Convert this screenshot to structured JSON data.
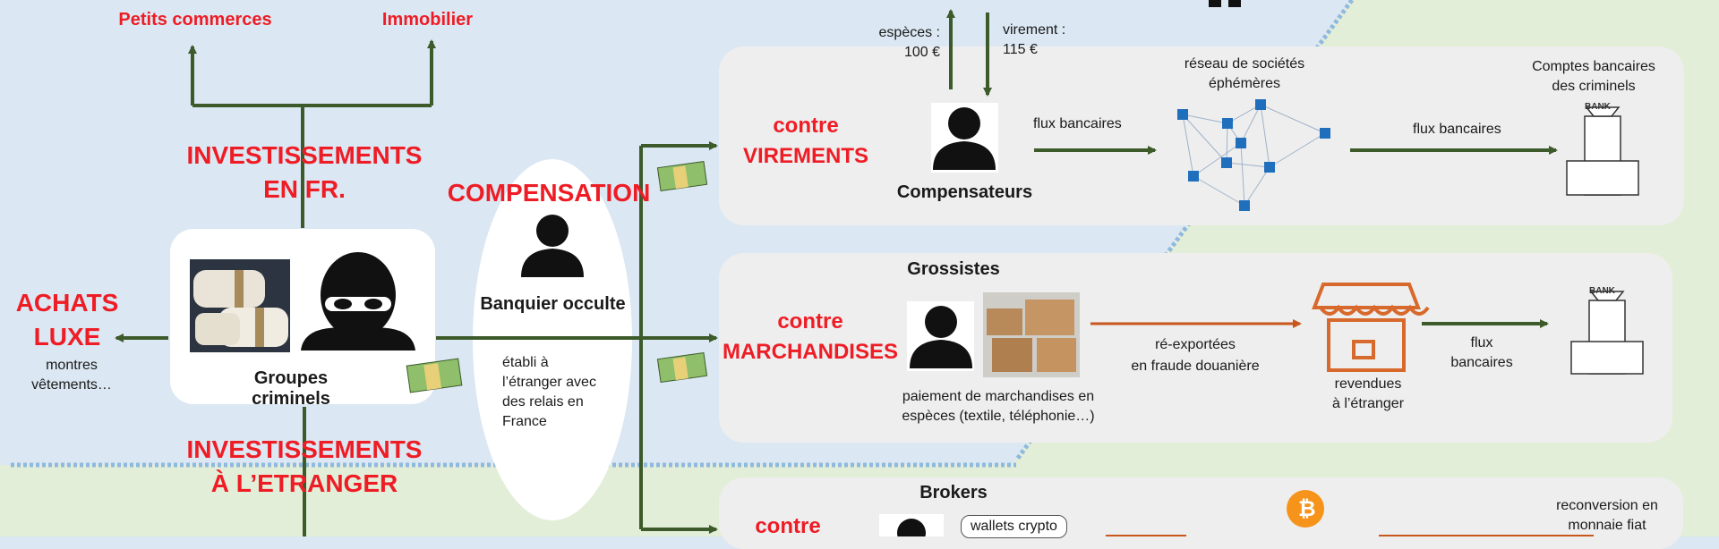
{
  "colors": {
    "blue_zone": "#dbe7f2",
    "green_zone": "#e3eed8",
    "panel": "#eeeeee",
    "red_text": "#ee1c25",
    "green_arrow": "#3c5a2a",
    "orange_arrow": "#c8571c",
    "network_node": "#1f6fbd",
    "bitcoin": "#f6931a"
  },
  "top": {
    "petits_commerces": "Petits commerces",
    "immobilier": "Immobilier",
    "especes_label": "espèces :",
    "especes_value": "100 €",
    "virement_label": "virement :",
    "virement_value": "115 €"
  },
  "left": {
    "invest_fr_1": "INVESTISSEMENTS",
    "invest_fr_2": "EN FR.",
    "achats_1": "ACHATS",
    "achats_2": "LUXE",
    "achats_sub_1": "montres",
    "achats_sub_2": "vêtements…",
    "groupes": "Groupes criminels",
    "invest_et_1": "INVESTISSEMENTS",
    "invest_et_2": "À L’ETRANGER"
  },
  "center": {
    "compensation": "COMPENSATION",
    "banquier": "Banquier occulte",
    "etabli_1": "établi à",
    "etabli_2": "l’étranger avec",
    "etabli_3": "des relais en",
    "etabli_4": "France"
  },
  "virements": {
    "contre": "contre",
    "title": "VIREMENTS",
    "compensateurs": "Compensateurs",
    "flux1": "flux bancaires",
    "reseau_1": "réseau de sociétés",
    "reseau_2": "éphémères",
    "flux2": "flux bancaires",
    "comptes_1": "Comptes bancaires",
    "comptes_2": "des criminels",
    "bank": "BANK"
  },
  "marchandises": {
    "grossistes": "Grossistes",
    "contre": "contre",
    "title": "MARCHANDISES",
    "paiement_1": "paiement de marchandises en",
    "paiement_2": "espèces (textile, téléphonie…)",
    "reexport_1": "ré-exportées",
    "reexport_2": "en fraude douanière",
    "revendues_1": "revendues",
    "revendues_2": "à l’étranger",
    "flux_1": "flux",
    "flux_2": "bancaires",
    "bank": "BANK"
  },
  "brokers": {
    "title": "Brokers",
    "contre": "contre",
    "wallets": "wallets crypto",
    "reconv_1": "reconversion en",
    "reconv_2": "monnaie fiat"
  }
}
